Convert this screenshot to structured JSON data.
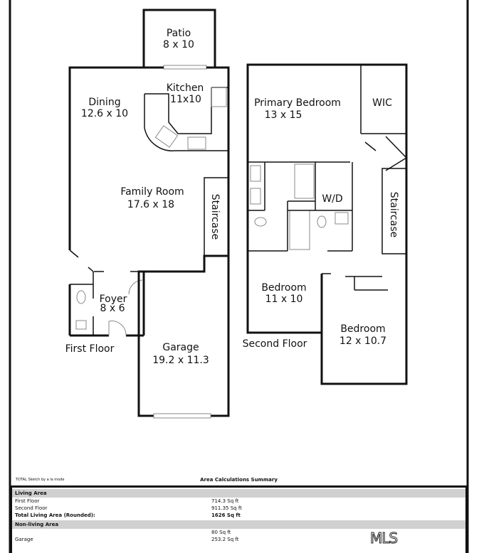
{
  "rooms": {
    "patio": {
      "name": "Patio",
      "size": "8 x 10"
    },
    "kitchen": {
      "name": "Kitchen",
      "size": "11x10"
    },
    "dining": {
      "name": "Dining",
      "size": "12.6 x 10"
    },
    "family_room": {
      "name": "Family Room",
      "size": "17.6 x 18"
    },
    "staircase_1": {
      "name": "Staircase"
    },
    "foyer": {
      "name": "Foyer",
      "size": "8 x 6"
    },
    "garage": {
      "name": "Garage",
      "size": "19.2 x 11.3"
    },
    "primary_bedroom": {
      "name": "Primary Bedroom",
      "size": "13 x 15"
    },
    "wic": {
      "name": "WIC"
    },
    "wd": {
      "name": "W/D"
    },
    "staircase_2": {
      "name": "Staircase"
    },
    "bedroom_2": {
      "name": "Bedroom",
      "size": "11 x 10"
    },
    "bedroom_3": {
      "name": "Bedroom",
      "size": "12 x 10.7"
    }
  },
  "floor_labels": {
    "first": "First Floor",
    "second": "Second Floor"
  },
  "summary": {
    "credit": "TOTAL Sketch by a la mode",
    "title": "Area Calculations Summary",
    "living_header": "Living Area",
    "living_rows": [
      {
        "label": "First Floor",
        "value": "714.3 Sq ft"
      },
      {
        "label": "Second Floor",
        "value": "911.35 Sq ft"
      }
    ],
    "total_label": "Total Living Area (Rounded):",
    "total_value": "1626 Sq ft",
    "nonliving_header": "Non-living Area",
    "nonliving_rows": [
      {
        "label": "",
        "value": "80 Sq ft"
      },
      {
        "label": "Garage",
        "value": "253.2 Sq ft"
      }
    ]
  },
  "watermark": "MLS"
}
